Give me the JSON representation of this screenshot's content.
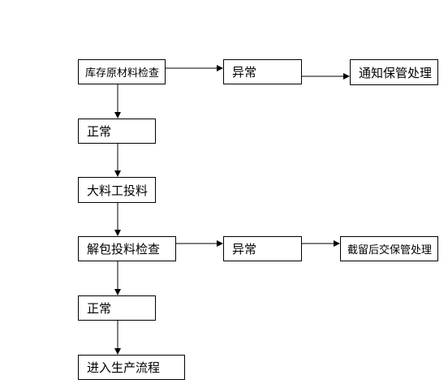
{
  "flow": {
    "nodes": {
      "check_raw": "库存原材料检查",
      "abnormal_1": "异常",
      "notify_keeper": "通知保管处理",
      "normal_1": "正常",
      "bulk_feed": "大料工投料",
      "unpack_check": "解包投料检查",
      "abnormal_2": "异常",
      "intercept": "截留后交保管处理",
      "normal_2": "正常",
      "enter_production": "进入生产流程"
    }
  }
}
